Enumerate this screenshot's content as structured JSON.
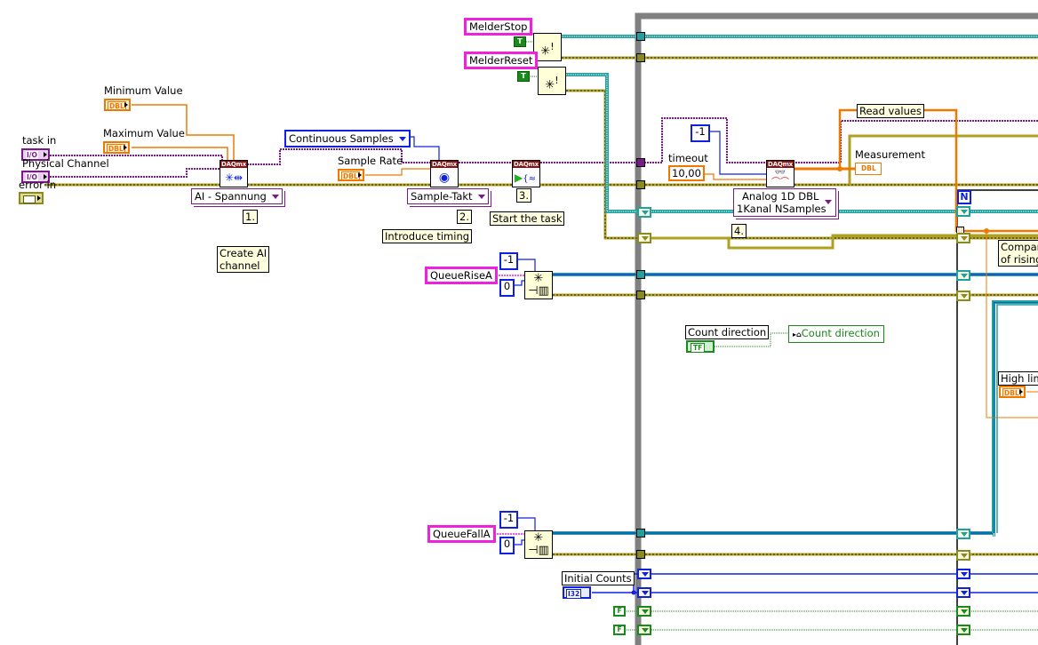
{
  "window": {
    "type": "LabVIEW block diagram"
  },
  "controls": {
    "task_in": {
      "label": "task in",
      "type": "I/O"
    },
    "physical_channel": {
      "label": "Physical Channel",
      "type": "I/O"
    },
    "error_in": {
      "label": "error in"
    },
    "minimum_value": {
      "label": "Minimum Value",
      "type": "DBL"
    },
    "maximum_value": {
      "label": "Maximum Value",
      "type": "DBL"
    },
    "sample_rate": {
      "label": "Sample Rate",
      "type": "DBL"
    },
    "initial_counts": {
      "label": "Initial Counts",
      "type": "I32"
    },
    "count_direction": {
      "label": "Count direction",
      "type": "TF"
    },
    "high_limit": {
      "label": "High lim",
      "type": "DBL"
    }
  },
  "indicators": {
    "measurement": {
      "label": "Measurement",
      "type": "DBL"
    },
    "count_direction_local": {
      "label": "Count direction"
    }
  },
  "constants": {
    "melder_stop": "MelderStop",
    "melder_reset": "MelderReset",
    "queue_rise": "QueueRiseA",
    "queue_fall": "QueueFallA",
    "neg_one_rise": "-1",
    "zero_rise": "0",
    "neg_one_fall": "-1",
    "zero_fall": "0",
    "neg_one_read": "-1",
    "timeout_label": "timeout",
    "timeout_value": "10,00",
    "bool_true_1": "T",
    "bool_true_2": "T",
    "bool_false_1": "F",
    "bool_false_2": "F",
    "continuous_samples": "Continuous Samples"
  },
  "polymorphic_selectors": {
    "create_channel": "AI - Spannung",
    "timing": "Sample-Takt",
    "read_line1": "Analog 1D DBL",
    "read_line2": "1Kanal NSamples"
  },
  "daqmx_nodes": {
    "header": "DAQmx"
  },
  "comments": {
    "step1": "1.",
    "step2": "2.",
    "step3": "3.",
    "step4": "4.",
    "create_ai_line1": "Create AI",
    "create_ai_line2": "channel",
    "introduce_timing": "Introduce timing",
    "start_task": "Start the task",
    "read_values": "Read values",
    "compare_line1": "Compar",
    "compare_line2": "of rising"
  },
  "for_loop": {
    "count_terminal": "N"
  },
  "colors": {
    "dbl_wire": "#f07800",
    "task_wire": "#7a1a8a",
    "error_wire": "#b0a020",
    "queue_wire": "#20a0a0",
    "int_wire": "#1020e0",
    "bool_wire": "#1a8a1a",
    "loop_frame": "#808080",
    "string_const": "#ee22dd"
  }
}
